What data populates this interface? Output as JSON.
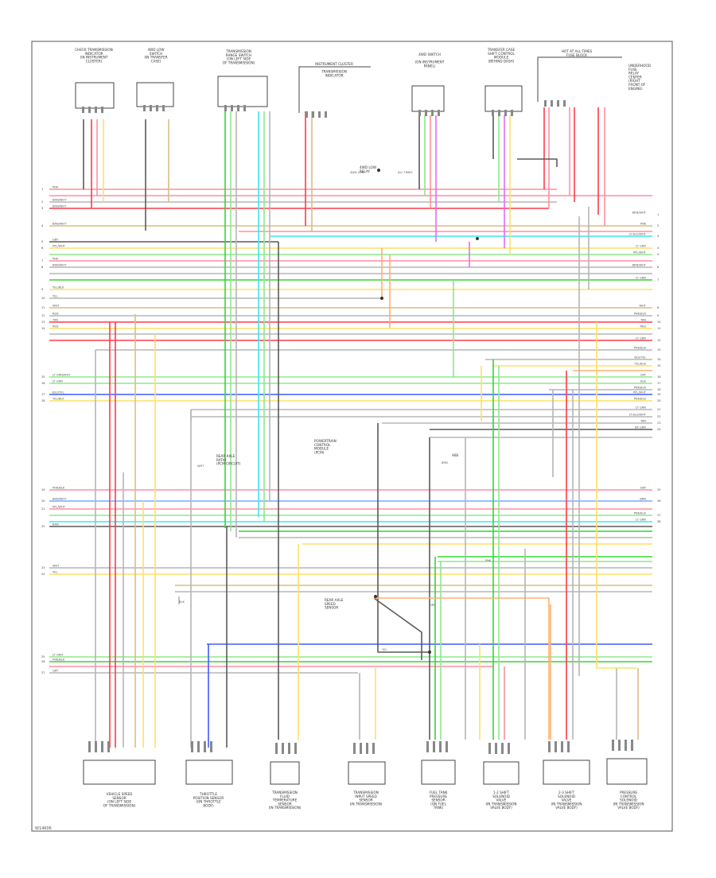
{
  "diagram": {
    "footer_code": "W14606",
    "colors": {
      "red": "#ff3a4a",
      "pink": "#ff8fa0",
      "green": "#34d534",
      "lightgreen": "#8ee88e",
      "blue": "#3f5bff",
      "lightblue": "#7aa8ff",
      "cyan": "#38e8f0",
      "yellow": "#ffe066",
      "tan": "#d8be82",
      "gray": "#b6b6b6",
      "darkgray": "#5a5a5a",
      "black": "#222222",
      "violet": "#e26cf0",
      "orange": "#ffb070"
    },
    "top_components": [
      {
        "id": "t1",
        "lines": [
          "CHECK TRANSMISSION",
          "INDICATOR",
          "(IN INSTRUMENT",
          "CLUSTER)"
        ]
      },
      {
        "id": "t2",
        "lines": [
          "4WD LOW",
          "SWITCH",
          "(IN TRANSFER",
          "CASE)"
        ]
      },
      {
        "id": "t3",
        "lines": [
          "TRANSMISSION",
          "RANGE SWITCH",
          "(ON LEFT SIDE",
          "OF TRANSMISSION)"
        ]
      },
      {
        "id": "t4",
        "lines": [
          "INSTRUMENT CLUSTER",
          "",
          "TRANSMISSION",
          "INDICATOR"
        ]
      },
      {
        "id": "t5",
        "lines": [
          "4WD SWITCH",
          "",
          "(ON INSTRUMENT",
          "PANEL)"
        ]
      },
      {
        "id": "t6",
        "lines": [
          "TRANSFER CASE",
          "SHIFT CONTROL",
          "MODULE",
          "(BEHIND DASH)"
        ]
      },
      {
        "id": "t7",
        "lines": [
          "HOT AT ALL TIMES",
          "FUSE BLOCK",
          "",
          ""
        ]
      },
      {
        "id": "t8",
        "lines": [
          "UNDERHOOD",
          "FUSE",
          "RELAY",
          "CENTER",
          "(RIGHT",
          "FRONT OF",
          "ENGINE)"
        ]
      }
    ],
    "bottom_components": [
      {
        "id": "b1",
        "lines": [
          "VEHICLE SPEED",
          "SENSOR",
          "(ON LEFT SIDE",
          "OF TRANSMISSION)"
        ]
      },
      {
        "id": "b2",
        "lines": [
          "THROTTLE",
          "POSITION SENSOR",
          "(ON THROTTLE",
          "BODY)"
        ]
      },
      {
        "id": "b3",
        "lines": [
          "TRANSMISSION",
          "FLUID",
          "TEMPERATURE",
          "SENSOR",
          "(IN TRANSMISSION)"
        ]
      },
      {
        "id": "b4",
        "lines": [
          "TRANSMISSION",
          "INPUT SPEED",
          "SENSOR",
          "(IN TRANSMISSION)"
        ]
      },
      {
        "id": "b5",
        "lines": [
          "FUEL TANK",
          "PRESSURE",
          "SENSOR",
          "(ON FUEL",
          "TANK)"
        ]
      },
      {
        "id": "b6",
        "lines": [
          "1-2 SHIFT",
          "SOLENOID",
          "VALVE",
          "(IN TRANSMISSION",
          "VALVE BODY)"
        ]
      },
      {
        "id": "b7",
        "lines": [
          "2-3 SHIFT",
          "SOLENOID",
          "VALVE",
          "(IN TRANSMISSION",
          "VALVE BODY)"
        ]
      },
      {
        "id": "b8",
        "lines": [
          "PRESSURE",
          "CONTROL",
          "SOLENOID",
          "(IN TRANSMISSION",
          "VALVE BODY)"
        ]
      }
    ],
    "center_labels": [
      {
        "id": "c1",
        "lines": [
          "POWERTRAIN",
          "CONTROL",
          "MODULE",
          "(PCM)"
        ]
      },
      {
        "id": "c2",
        "lines": [
          "REAR AXLE",
          "RATIO",
          "(PCM CIRCUIT)"
        ]
      },
      {
        "id": "c3",
        "lines": [
          "REAR AXLE",
          "SPEED",
          "SENSOR"
        ]
      },
      {
        "id": "c4",
        "lines": [
          "4WD LOW",
          "RELAY"
        ]
      },
      {
        "id": "c5",
        "lines": [
          "ABS"
        ]
      }
    ],
    "left_wire_labels": [
      "PNK",
      "BRN/WHT",
      "BRN/WHT",
      "BRN/WHT",
      "GRY",
      "PPL/WHT",
      "PNK",
      "BRN/WHT",
      "YEL/BLK",
      "YEL",
      "WHT",
      "RED",
      "TAN",
      "RED",
      "LT GRN/WHT",
      "LT GRN",
      "BLU/YEL",
      "YEL/BLK",
      "PNK/BLK",
      "BRN/WHT",
      "PPL/WHT",
      "BRN",
      "WHT",
      "YEL",
      "LT GRN",
      "PNK/BLK",
      "GRY"
    ],
    "right_wire_labels": [
      "BRN/WHT",
      "PNK",
      "LT BLU/WHT",
      "LT GRN",
      "PPL/WHT",
      "BRN/WHT",
      "LT GRN",
      "WHT",
      "PNK/BLK",
      "TAN",
      "RED",
      "LT GRN",
      "PNK/BLK",
      "BLU/YEL",
      "YEL/BLK",
      "GRY",
      "BLK",
      "PNK/BLK",
      "PPL/WHT",
      "PNK/BLK",
      "LT GRN",
      "LT BLU/WHT",
      "TAN",
      "DK GRN",
      "GRY",
      "BRN",
      "PNK/BLK",
      "LT GRN"
    ],
    "wire_tags": [
      {
        "id": "w1",
        "text": "4WD LOW"
      },
      {
        "id": "w2",
        "text": "ALL TIMES"
      },
      {
        "id": "w3",
        "text": "BRN"
      },
      {
        "id": "w4",
        "text": "GRY"
      },
      {
        "id": "w5",
        "text": "YEL"
      },
      {
        "id": "w6",
        "text": "PNK"
      },
      {
        "id": "w7",
        "text": "BLK"
      },
      {
        "id": "w8",
        "text": "WHT"
      }
    ],
    "pin_numbers": [
      "1",
      "2",
      "3",
      "4",
      "5",
      "6",
      "7",
      "8",
      "9",
      "10",
      "11",
      "12",
      "13",
      "14",
      "15",
      "16",
      "17",
      "18",
      "19",
      "20",
      "21",
      "22",
      "23",
      "24",
      "25",
      "26",
      "27",
      "28"
    ]
  }
}
